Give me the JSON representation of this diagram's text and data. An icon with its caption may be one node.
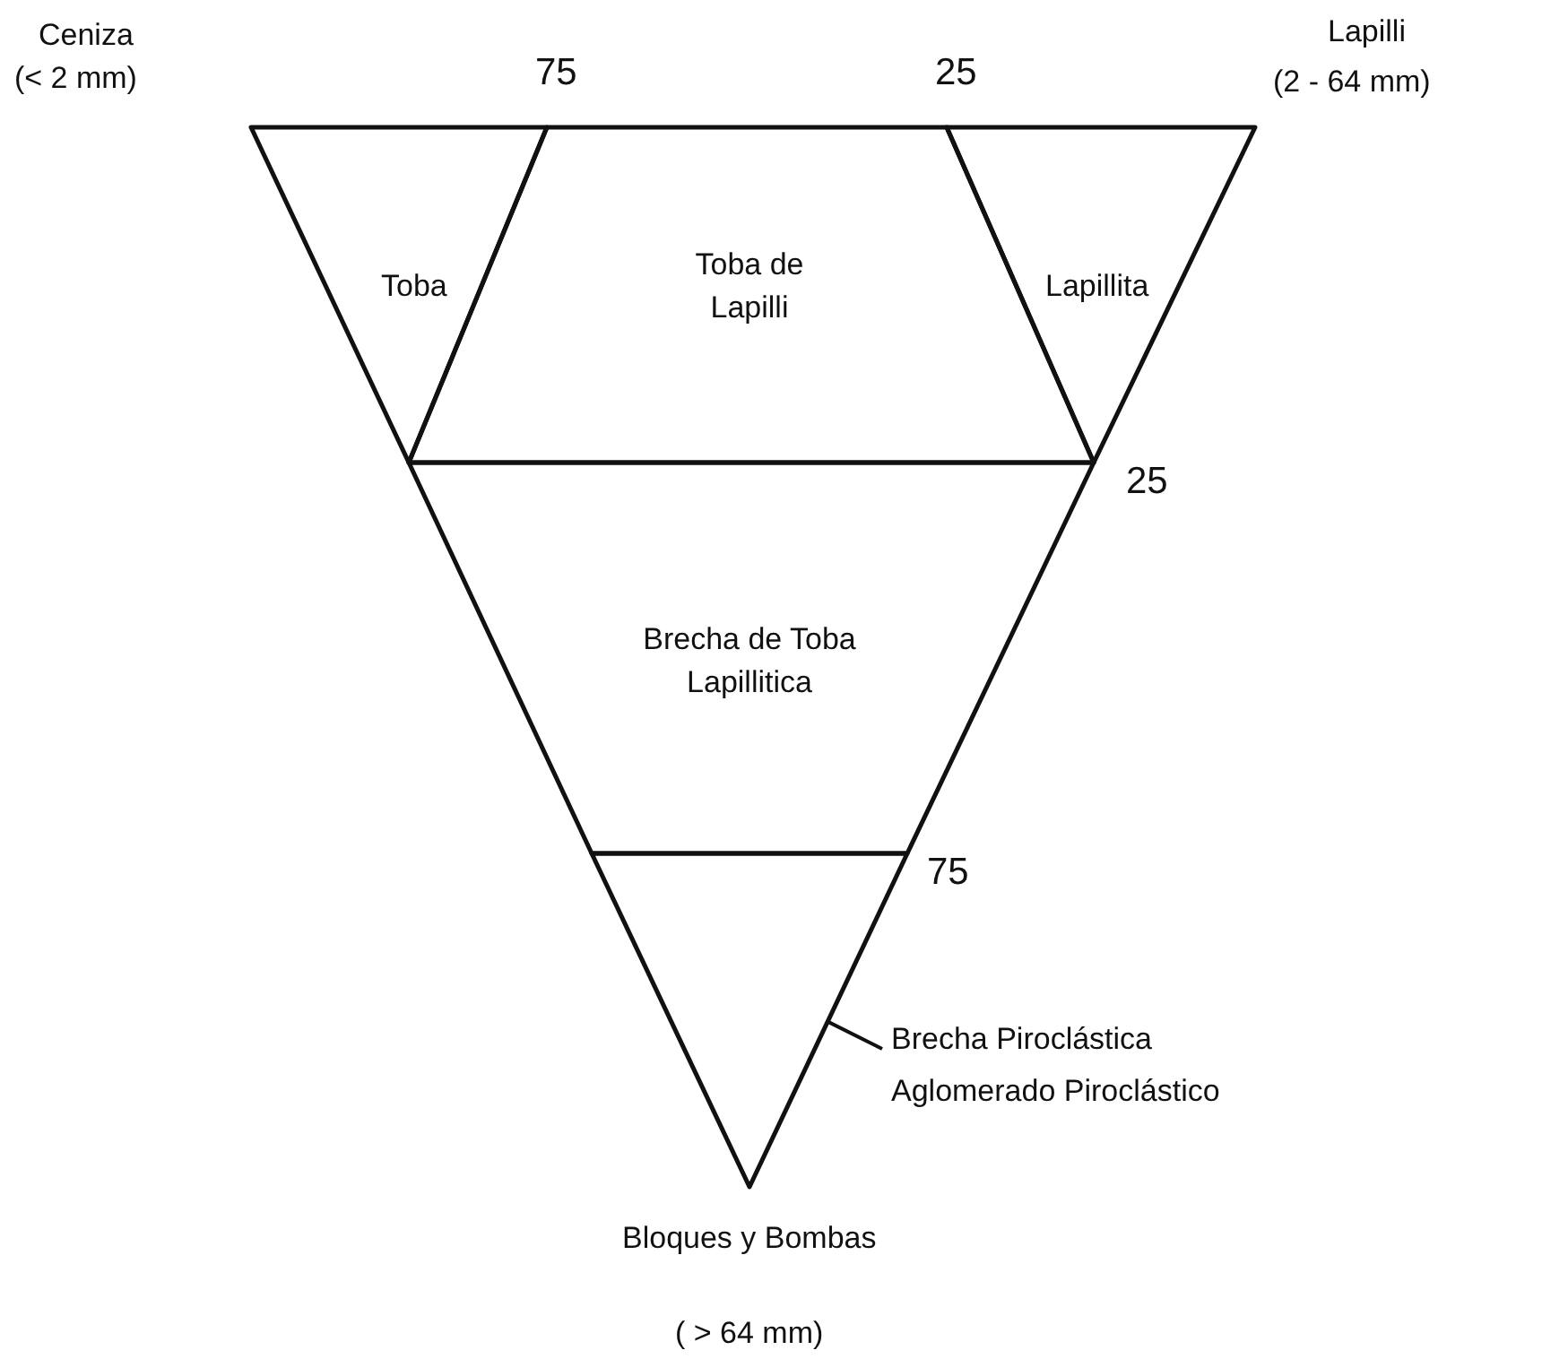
{
  "diagram": {
    "nodes": [
      {
        "text": [
          "Toba"
        ]
      },
      {
        "text": [
          "Toba de Lapilli"
        ]
      },
      {
        "text": [
          "Lapillita"
        ]
      },
      {
        "text": [
          "Brecha de Toba Lapillitica"
        ]
      },
      {
        "text": [],
        "shape": "triangle"
      },
      {
        "text": [
          "Brecha Piroclástica",
          "Aglomerado Piroclástico"
        ]
      }
    ],
    "edges": [
      {
        "from": 5,
        "to": 4,
        "arrow": "none"
      }
    ],
    "labels": [
      "Ceniza",
      "(< 2 mm)",
      "75",
      "25",
      "Lapilli",
      "(2 - 64 mm)",
      "25",
      "75",
      "Bloques y Bombas",
      "( > 64 mm)"
    ]
  }
}
